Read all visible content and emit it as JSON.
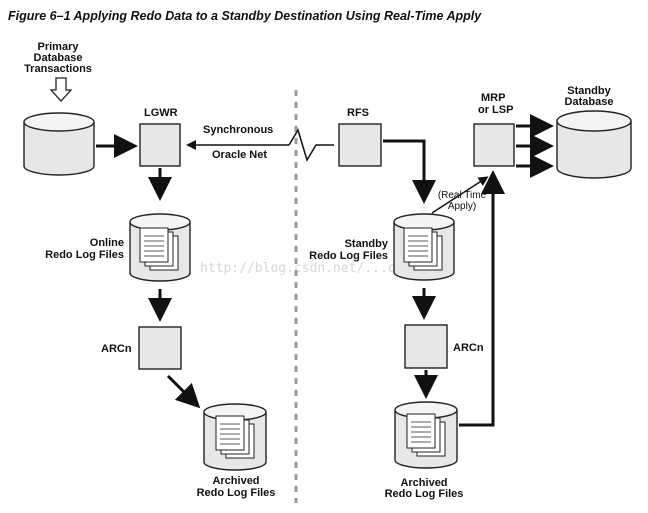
{
  "figure": {
    "title": "Figure 6–1   Applying Redo Data to a Standby Destination Using Real-Time Apply"
  },
  "labels": {
    "primary_transactions": [
      "Primary",
      "Database",
      "Transactions"
    ],
    "lgwr": "LGWR",
    "synchronous": "Synchronous",
    "oracle_net": "Oracle Net",
    "rfs": "RFS",
    "mrp": [
      "MRP",
      "or LSP"
    ],
    "standby_database": [
      "Standby",
      "Database"
    ],
    "real_time_apply": [
      "(Real Time",
      "Apply)"
    ],
    "online_redo": [
      "Online",
      "Redo Log Files"
    ],
    "standby_redo": [
      "Standby",
      "Redo Log Files"
    ],
    "arcn_primary": "ARCn",
    "arcn_standby": "ARCn",
    "archived_primary": [
      "Archived",
      "Redo Log Files"
    ],
    "archived_standby": [
      "Archived",
      "Redo Log Files"
    ]
  },
  "watermark": "http://blog.csdn.net/...ora"
}
